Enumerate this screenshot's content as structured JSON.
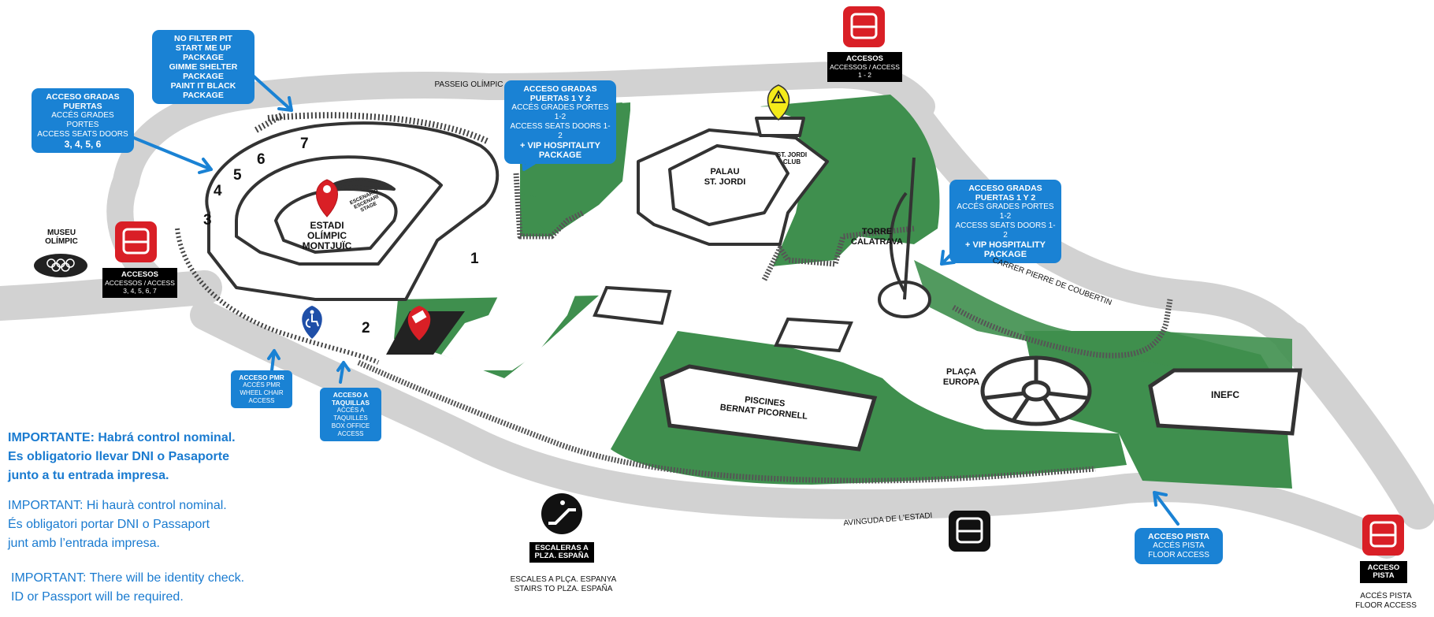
{
  "callouts": {
    "packages": {
      "l1": "NO FILTER PIT",
      "l2": "START ME UP PACKAGE",
      "l3": "GIMME SHELTER PACKAGE",
      "l4": "PAINT IT BLACK PACKAGE"
    },
    "seats_3456": {
      "title": "ACCESO GRADAS PUERTAS",
      "l2": "ACCÉS GRADES PORTES",
      "l3": "ACCESS SEATS DOORS",
      "nums": "3, 4, 5, 6"
    },
    "seats_12_top": {
      "title": "ACCESO GRADAS",
      "title2": "PUERTAS 1 Y 2",
      "l2": "ACCÉS GRADES PORTES 1-2",
      "l3": "ACCESS SEATS DOORS 1-2",
      "vip": "+ VIP HOSPITALITY PACKAGE"
    },
    "seats_12_right": {
      "title": "ACCESO GRADAS",
      "title2": "PUERTAS 1 Y 2",
      "l2": "ACCÉS GRADES PORTES 1-2",
      "l3": "ACCESS SEATS DOORS 1-2",
      "vip": "+ VIP HOSPITALITY PACKAGE"
    },
    "pmr": {
      "title": "ACCESO PMR",
      "l2": "ACCÉS PMR",
      "l3": "WHEEL CHAIR ACCESS"
    },
    "taquillas": {
      "title": "ACCESO A TAQUILLAS",
      "l2": "ACCÉS A TAQUILLES",
      "l3": "BOX OFFICE ACCESS"
    },
    "pista": {
      "title": "ACCESO PISTA",
      "l2": "ACCÉS PISTA",
      "l3": "FLOOR ACCESS"
    }
  },
  "bus_boxes": {
    "top": {
      "title": "ACCESOS",
      "l2": "ACCESSOS / ACCESS",
      "l3": "1 - 2"
    },
    "left": {
      "title": "ACCESOS",
      "l2": "ACCESSOS / ACCESS",
      "l3": "3, 4, 5, 6, 7"
    },
    "right": {
      "title": "ACCESO",
      "l2": "PISTA"
    },
    "escaleras": {
      "l1": "ESCALERAS A",
      "l2": "PLZA. ESPAÑA"
    }
  },
  "labels": {
    "museu": {
      "l1": "MUSEU",
      "l2": "OLÍMPIC"
    },
    "passeig": "PASSEIG OLÍMPIC",
    "estadi": {
      "l1": "ESTADI",
      "l2": "OLÍMPIC",
      "l3": "MONTJUÏC"
    },
    "escenario": {
      "l1": "ESCENARIO",
      "l2": "ESCENARI",
      "l3": "STAGE"
    },
    "palau": {
      "l1": "PALAU",
      "l2": "ST. JORDI"
    },
    "stjordi_club": {
      "l1": "ST. JORDI",
      "l2": "CLUB"
    },
    "torre": {
      "l1": "TORRE",
      "l2": "CALATRAVA"
    },
    "carrer": "CARRER PIERRE DE COUBERTIN",
    "placa": {
      "l1": "PLAÇA",
      "l2": "EUROPA"
    },
    "inefc": "INEFC",
    "piscines": {
      "l1": "PISCINES",
      "l2": "BERNAT PICORNELL"
    },
    "avinguda": "AVINGUDA DE L'ESTADI",
    "escales": {
      "l1": "ESCALES A PLÇA. ESPANYA",
      "l2": "STAIRS TO PLZA. ESPAÑA"
    },
    "acces_pista": {
      "l1": "ACCÉS PISTA",
      "l2": "FLOOR ACCESS"
    }
  },
  "doors": {
    "d1": "1",
    "d2": "2",
    "d3": "3",
    "d4": "4",
    "d5": "5",
    "d6": "6",
    "d7": "7"
  },
  "notices": {
    "es": {
      "l1": "IMPORTANTE: Habrá control nominal.",
      "l2": "Es obligatorio llevar DNI o Pasaporte",
      "l3": "junto a tu entrada impresa."
    },
    "ca": {
      "l1": "IMPORTANT: Hi haurà control nominal.",
      "l2": "És obligatori portar DNI o Passaport",
      "l3": "junt amb l’entrada impresa."
    },
    "en": {
      "l1": "IMPORTANT: There will be identity check.",
      "l2": "ID or Passport will be required."
    }
  },
  "colors": {
    "green": "#3f8f4e",
    "road": "#d2d2d2",
    "blue": "#1a82d4",
    "red": "#d91f26",
    "black": "#000000",
    "warning": "#f4ea1a"
  },
  "icons": [
    "bus-icon",
    "location-pin-icon",
    "wheelchair-icon",
    "ticket-icon",
    "warning-icon",
    "escalator-icon",
    "olympic-rings-icon"
  ]
}
